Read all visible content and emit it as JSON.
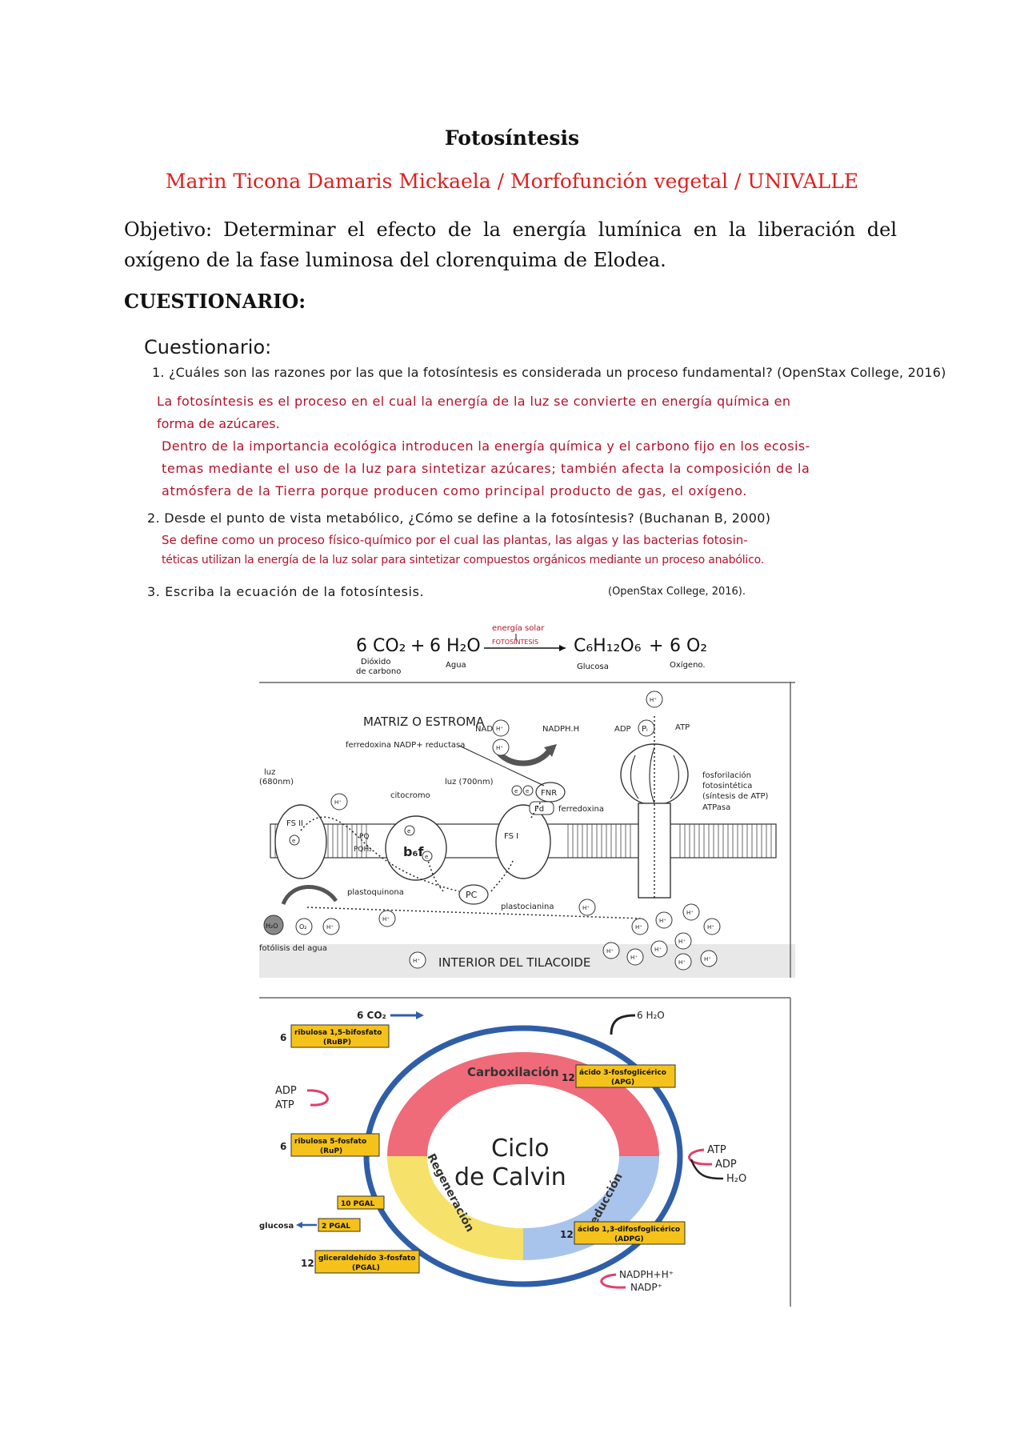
{
  "header": {
    "title": "Fotosíntesis",
    "author_line": "Marin Ticona Damaris Mickaela / Morfofunción vegetal / UNIVALLE"
  },
  "objective": {
    "label": "Objetivo:",
    "text": "Determinar el efecto de la energía lumínica en la liberación del oxígeno de la fase luminosa del clorenquima de Elodea."
  },
  "section_title": "CUESTIONARIO:",
  "handwritten": {
    "heading": "Cuestionario:",
    "q1": "1. ¿Cuáles son las razones por las que la fotosíntesis es considerada un proceso fundamental? (OpenStax College, 2016)",
    "a1_l1": "La fotosíntesis es el proceso en el cual la energía de la luz se convierte en energía química en",
    "a1_l2": "forma de azúcares.",
    "a1_l3": "Dentro de la importancia ecológica introducen la energía química y el carbono fijo en los ecosis-",
    "a1_l4": "temas mediante el uso de la luz para sintetizar azúcares; también afecta la composición de la",
    "a1_l5": "atmósfera de la Tierra porque producen como principal producto de gas, el oxígeno.",
    "q2": "2. Desde el punto de vista metabólico, ¿Cómo se define a la fotosíntesis? (Buchanan B, 2000)",
    "a2_l1": "Se define como un proceso físico-químico por el cual las plantas, las algas y las bacterias fotosin-",
    "a2_l2": "téticas utilizan la energía de la luz solar para sintetizar compuestos orgánicos mediante un proceso anabólico.",
    "q3": "3. Escriba la ecuación de la fotosíntesis.",
    "q3_source": "(OpenStax College, 2016).",
    "eq_energy": "energía solar",
    "eq_process": "FOTOSÍNTESIS",
    "eq_reactant1": "6 CO₂",
    "eq_plus1": "+",
    "eq_reactant2": "6 H₂O",
    "eq_product1": "C₆H₁₂O₆",
    "eq_plus2": "+",
    "eq_product2": "6 O₂",
    "eq_label_co2_1": "Dióxido",
    "eq_label_co2_2": "de carbono",
    "eq_label_h2o": "Agua",
    "eq_label_glucose": "Glucosa",
    "eq_label_o2": "Oxígeno."
  },
  "thylakoid": {
    "stroma": "MATRIZ O ESTROMA",
    "interior": "INTERIOR DEL TILACOIDE",
    "fnr_label": "ferredoxina NADP+ reductasa",
    "luz680": "luz",
    "luz680_nm": "(680nm)",
    "luz700": "luz (700nm)",
    "citocromo": "citocromo",
    "fsii": "FS II",
    "fsi": "FS I",
    "pq": "PQ",
    "pqh2": "PQH₂",
    "b6f": "b₆f",
    "pc": "PC",
    "fnr": "FNR",
    "fd": "Fd",
    "ferredoxina": "ferredoxina",
    "plastoquinona": "plastoquinona",
    "plastocianina": "plastocianina",
    "nadp": "NADP⁺",
    "nadph": "NADPH.H",
    "adp": "ADP",
    "pi": "Pᵢ",
    "atp": "ATP",
    "h": "H⁺",
    "e": "e",
    "h2o": "H₂O",
    "o2": "O₂",
    "fotolisis": "fotólisis del agua",
    "fosfo_1": "fosforilación",
    "fosfo_2": "fotosintética",
    "fosfo_3": "(síntesis de ATP)",
    "atpasa": "ATPasa"
  },
  "calvin": {
    "center_1": "Ciclo",
    "center_2": "de Calvin",
    "carboxilacion": "Carboxilación",
    "reduccion": "Reducción",
    "regeneracion": "Regeneración",
    "co2": "6 CO₂",
    "h2o": "6 H₂O",
    "rubp_1": "ribulosa 1,5-bifosfato",
    "rubp_2": "(RuBP)",
    "rubp_n": "6",
    "apg_1": "ácido 3-fosfoglicérico",
    "apg_2": "(APG)",
    "apg_n": "12",
    "adpg_1": "ácido 1,3-difosfoglicérico",
    "adpg_2": "(ADPG)",
    "adpg_n": "12",
    "pgal_1": "gliceraldehído 3-fosfato",
    "pgal_2": "(PGAL)",
    "pgal_n": "12",
    "rup_1": "ribulosa 5-fosfato",
    "rup_2": "(RuP)",
    "rup_n": "6",
    "pgal10": "10 PGAL",
    "pgal2": "2 PGAL",
    "glucosa": "glucosa",
    "adp": "ADP",
    "atp": "ATP",
    "atp_r": "ATP",
    "adp_r": "ADP",
    "h2o_r": "H₂O",
    "nadph": "NADPH+H⁺",
    "nadp": "NADP⁺"
  },
  "colors": {
    "author_red": "#e0201e",
    "ink_red": "#b5122b",
    "carboxilacion": "#ef6b7a",
    "reduccion": "#a8c4ec",
    "regeneracion": "#f6e16a",
    "cycle_blue": "#2f5ea8",
    "box_yellow": "#f4c21a"
  }
}
